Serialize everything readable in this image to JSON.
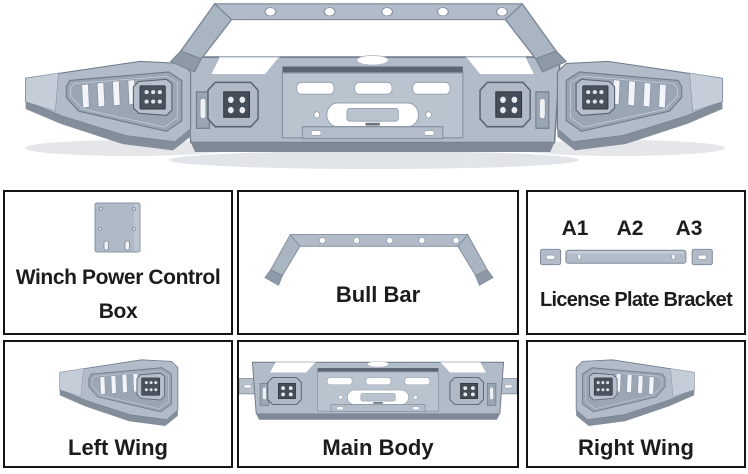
{
  "colors": {
    "part_fill": "#b2bcc9",
    "part_light": "#c5ced8",
    "part_panel": "#9aa6b4",
    "part_shadow_strip": "#848e9b",
    "outline": "#6e7a8a",
    "led_housing": "#49515c",
    "box_border": "#151515",
    "label_text": "#1c1c1c",
    "background": "#ffffff"
  },
  "cells": {
    "winch": {
      "line1": "Winch Power Control",
      "line2": "Box"
    },
    "bullbar": {
      "label": "Bull Bar"
    },
    "license": {
      "label": "License Plate Bracket",
      "a1": "A1",
      "a2": "A2",
      "a3": "A3"
    },
    "left_wing": {
      "label": "Left Wing"
    },
    "main_body": {
      "label": "Main Body"
    },
    "right_wing": {
      "label": "Right Wing"
    }
  }
}
